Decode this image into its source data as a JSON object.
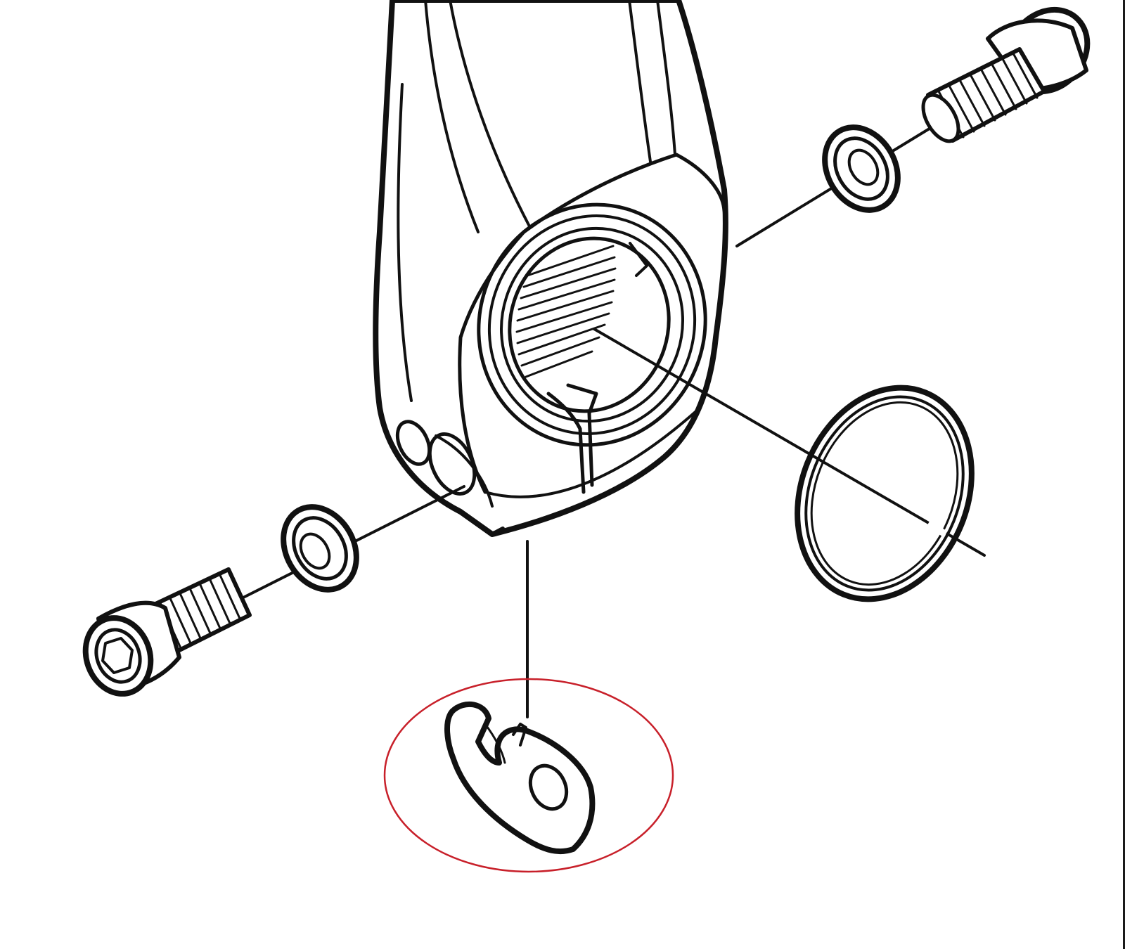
{
  "diagram": {
    "type": "exploded-parts-drawing",
    "parts": [
      {
        "name": "crank-arm"
      },
      {
        "name": "pinch-bolt-upper"
      },
      {
        "name": "washer-upper"
      },
      {
        "name": "pinch-bolt-lower"
      },
      {
        "name": "washer-lower"
      },
      {
        "name": "retaining-ring"
      },
      {
        "name": "safety-plate"
      }
    ],
    "highlight": {
      "part": "safety-plate",
      "color": "#c8202a"
    },
    "colors": {
      "ink": "#111111",
      "background": "#ffffff"
    }
  }
}
